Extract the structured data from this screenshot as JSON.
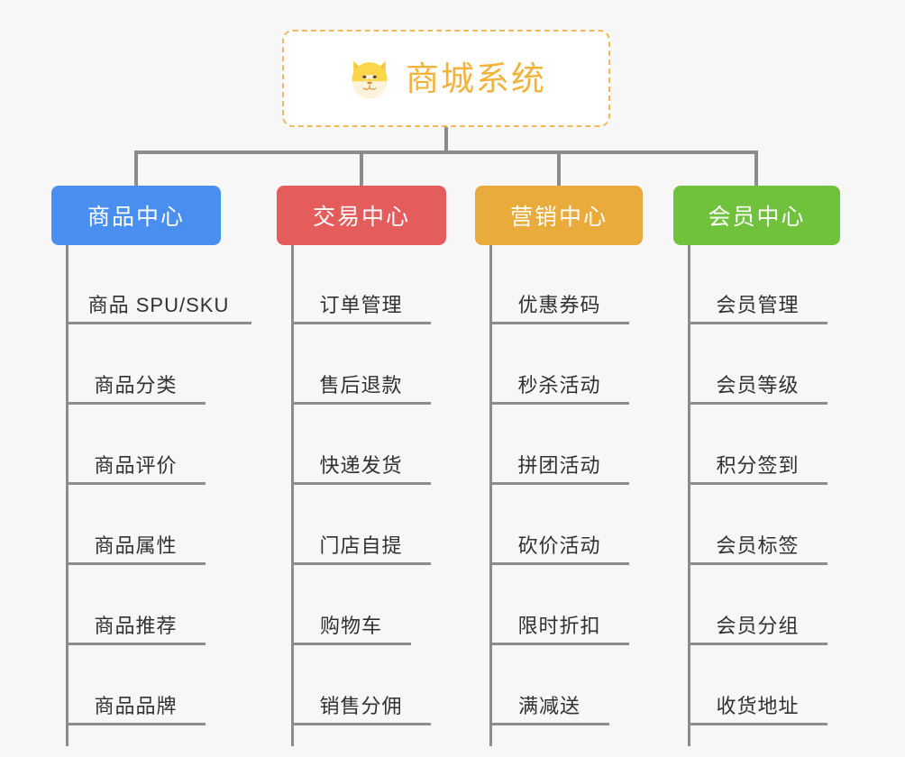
{
  "root": {
    "title": "商城系统",
    "icon": "shiba-dog-icon",
    "title_color": "#f2b33d",
    "border_color": "#f0b95c",
    "background": "#ffffff"
  },
  "canvas": {
    "background": "#f7f7f7",
    "connector_color": "#8c8c8c"
  },
  "columns": [
    {
      "header": "商品中心",
      "color": "#4a8ef0",
      "items": [
        "商品 SPU/SKU",
        "商品分类",
        "商品评价",
        "商品属性",
        "商品推荐",
        "商品品牌"
      ]
    },
    {
      "header": "交易中心",
      "color": "#e55c5c",
      "items": [
        "订单管理",
        "售后退款",
        "快递发货",
        "门店自提",
        "购物车",
        "销售分佣"
      ]
    },
    {
      "header": "营销中心",
      "color": "#e9ab3c",
      "items": [
        "优惠券码",
        "秒杀活动",
        "拼团活动",
        "砍价活动",
        "限时折扣",
        "满减送"
      ]
    },
    {
      "header": "会员中心",
      "color": "#70c23c",
      "items": [
        "会员管理",
        "会员等级",
        "积分签到",
        "会员标签",
        "会员分组",
        "收货地址"
      ]
    }
  ]
}
